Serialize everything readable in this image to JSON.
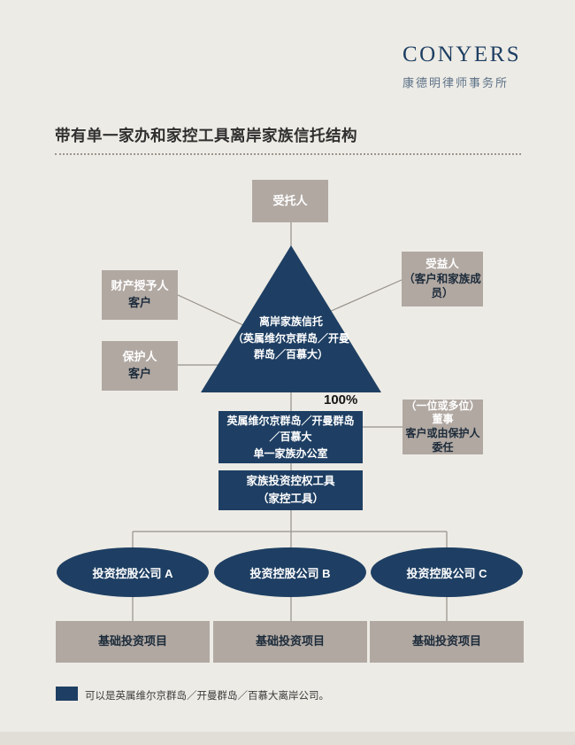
{
  "brand": {
    "logo": "CONYERS",
    "subtitle": "康德明律师事务所"
  },
  "title": "带有单一家办和家控工具离岸家族信托结构",
  "diagram": {
    "trustee": "受托人",
    "settlor": {
      "role": "财产授予人",
      "who": "客户"
    },
    "protector": {
      "role": "保护人",
      "who": "客户"
    },
    "beneficiaries": {
      "role": "受益人",
      "who": "（客户和家族成员）"
    },
    "trust": {
      "line1": "离岸家族信托",
      "line2": "（英属维尔京群岛／开曼",
      "line3": "群岛／百慕大）"
    },
    "ownership_percent": "100%",
    "family_office": {
      "line1": "英属维尔京群岛／开曼群岛",
      "line2": "／百慕大",
      "line3": "单一家族办公室"
    },
    "directors": {
      "role": "（一位或多位）董事",
      "who": "客户或由保护人委任"
    },
    "holding_vehicle": {
      "line1": "家族投资控权工具",
      "line2": "（家控工具）"
    },
    "companies": [
      "投资控股公司 A",
      "投资控股公司 B",
      "投资控股公司 C"
    ],
    "investments": [
      "基础投资项目",
      "基础投资项目",
      "基础投资项目"
    ],
    "legend": "可以是英属维尔京群岛／开曼群岛／百慕大离岸公司。"
  },
  "colors": {
    "navy": "#1e3f63",
    "gray": "#b1a8a2",
    "background": "#edebe5",
    "line": "#96908a"
  }
}
